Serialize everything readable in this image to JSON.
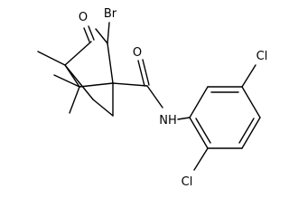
{
  "atoms": {
    "br": "Br",
    "o_ketone": "O",
    "o_amide": "O",
    "nh": "NH",
    "cl_top": "Cl",
    "cl_bottom": "Cl"
  },
  "colors": {
    "bond": "#000000",
    "label": "#000000",
    "background": "#ffffff"
  }
}
